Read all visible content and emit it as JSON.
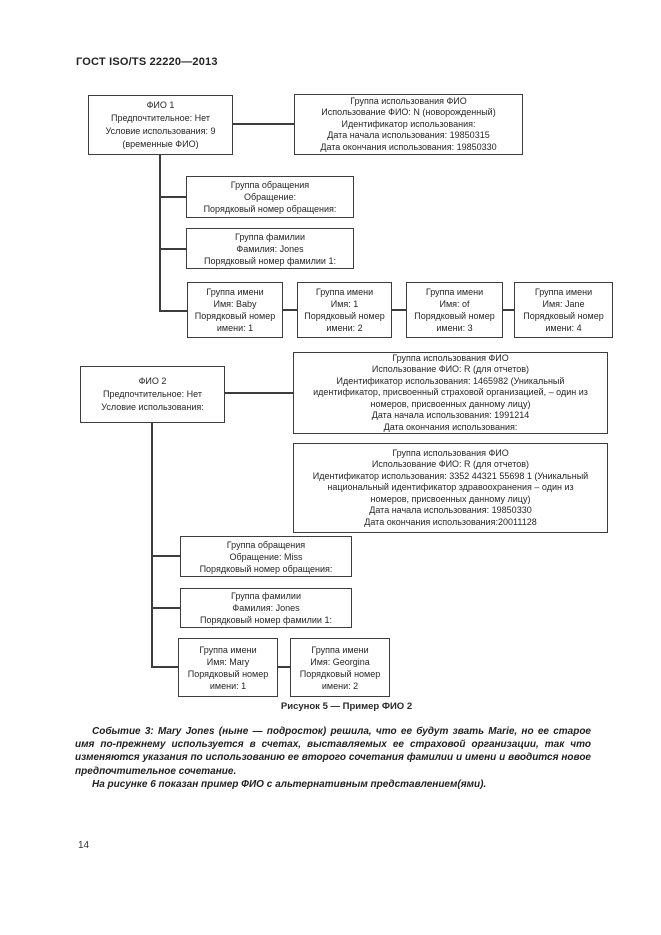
{
  "page": {
    "header": "ГОСТ ISO/TS 22220—2013",
    "page_number": "14",
    "figure_caption": "Рисунок 5 — Пример ФИО 2",
    "paragraphs": [
      "Событие 3: Mary Jones (ныне — подросток) решила, что ее будут звать Marie, но ее старое имя по-прежнему используется в счетах, выставляемых ее страховой организации, так что изменяются указания по использованию ее второго сочетания фамилии и имени и вводится новое предпочтительное сочетание.",
      "На рисунке 6 показан пример ФИО с альтернативным представлением(ями)."
    ]
  },
  "diagram": {
    "fio1": {
      "lines": [
        "ФИО 1",
        "Предпочтительное: Нет",
        "Условие использования: 9",
        "(временные ФИО)"
      ]
    },
    "usage1": {
      "lines": [
        "Группа использования ФИО",
        "Использование ФИО: N (новорожденный)",
        "Идентификатор использования:",
        "Дата начала использования: 19850315",
        "Дата окончания использования: 19850330"
      ]
    },
    "vocative1": {
      "lines": [
        "Группа обращения",
        "Обращение:",
        "Порядковый номер обращения:"
      ]
    },
    "family1": {
      "lines": [
        "Группа фамилии",
        "Фамилия: Jones",
        "Порядковый номер фамилии 1:"
      ]
    },
    "given1a": {
      "lines": [
        "Группа имени",
        "Имя: Baby",
        "Порядковый номер",
        "имени: 1"
      ]
    },
    "given1b": {
      "lines": [
        "Группа имени",
        "Имя: 1",
        "Порядковый номер",
        "имени: 2"
      ]
    },
    "given1c": {
      "lines": [
        "Группа имени",
        "Имя: of",
        "Порядковый номер",
        "имени: 3"
      ]
    },
    "given1d": {
      "lines": [
        "Группа имени",
        "Имя: Jane",
        "Порядковый номер",
        "имени: 4"
      ]
    },
    "fio2": {
      "lines": [
        "ФИО 2",
        "Предпочтительное: Нет",
        "Условие использования:"
      ]
    },
    "usage2a": {
      "lines": [
        "Группа использования ФИО",
        "Использование ФИО: R (для отчетов)",
        "Идентификатор использования: 1465982 (Уникальный",
        "идентификатор, присвоенный страховой организацией, – один из",
        "номеров, присвоенных данному лицу)",
        "Дата начала использования: 1991214",
        "Дата окончания использования:"
      ]
    },
    "usage2b": {
      "lines": [
        "Группа использования ФИО",
        "Использование ФИО: R (для отчетов)",
        "Идентификатор использования: 3352 44321 55698 1 (Уникальный",
        "национальный идентификатор здравоохранения – один из",
        "номеров, присвоенных данному лицу)",
        "Дата начала использования: 19850330",
        "Дата окончания использования:20011128"
      ]
    },
    "vocative2": {
      "lines": [
        "Группа обращения",
        "Обращение: Miss",
        "Порядковый номер обращения:"
      ]
    },
    "family2": {
      "lines": [
        "Группа фамилии",
        "Фамилия: Jones",
        "Порядковый номер фамилии 1:"
      ]
    },
    "given2a": {
      "lines": [
        "Группа имени",
        "Имя: Mary",
        "Порядковый номер",
        "имени: 1"
      ]
    },
    "given2b": {
      "lines": [
        "Группа имени",
        "Имя: Georgina",
        "Порядковый номер",
        "имени: 2"
      ]
    }
  }
}
